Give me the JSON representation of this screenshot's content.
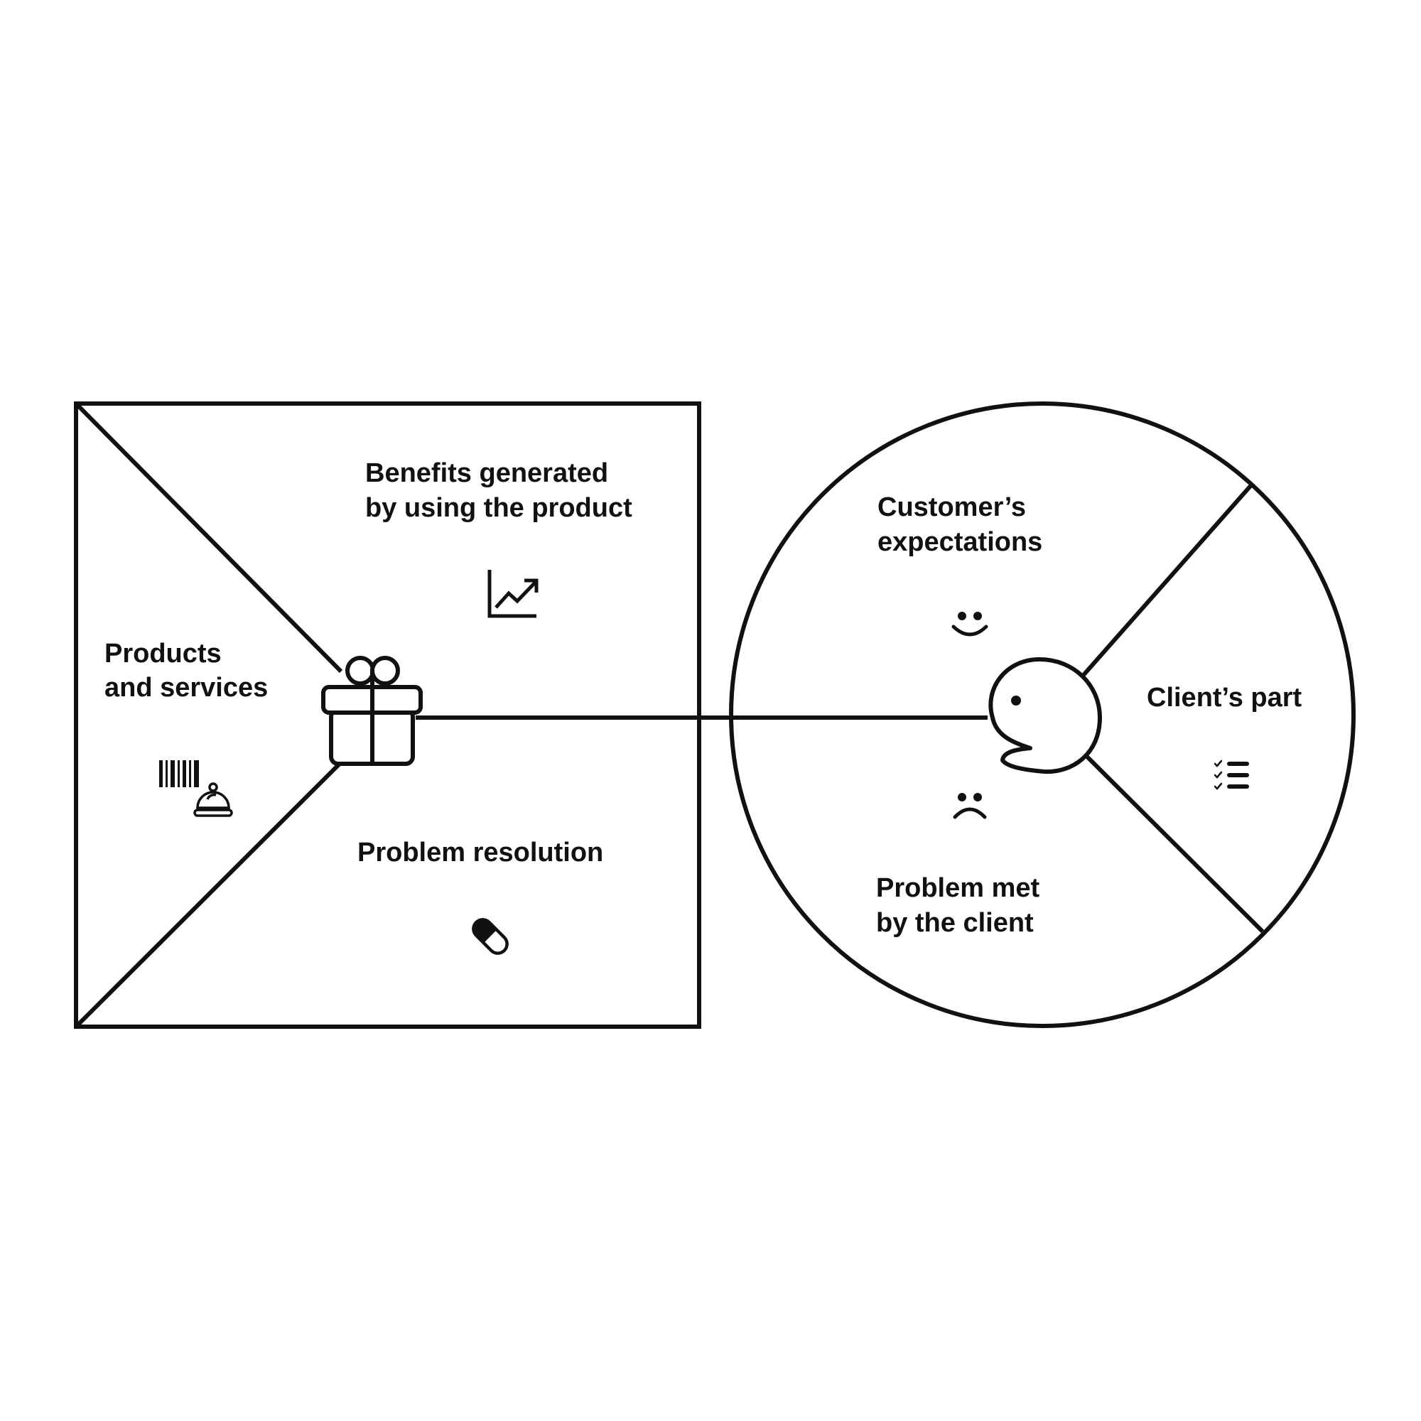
{
  "colors": {
    "stroke": "#111111",
    "background": "#ffffff"
  },
  "value_map": {
    "products": {
      "line1": "Products",
      "line2": "and services",
      "icons": [
        "barcode-icon",
        "service-bell-icon"
      ]
    },
    "benefits": {
      "line1": "Benefits generated",
      "line2": "by using the product",
      "icon": "trending-up-chart-icon"
    },
    "problem_resolution": {
      "line1": "Problem resolution",
      "icon": "pill-icon"
    },
    "center_icon": "gift-icon"
  },
  "customer_profile": {
    "expectations": {
      "line1": "Customer’s",
      "line2": "expectations",
      "icon": "smile-face-icon"
    },
    "clients_part": {
      "line1": "Client’s part",
      "icon": "checklist-icon"
    },
    "problem_met": {
      "line1": "Problem met",
      "line2": "by the client",
      "icon": "sad-face-icon"
    },
    "center_icon": "customer-head-icon"
  }
}
